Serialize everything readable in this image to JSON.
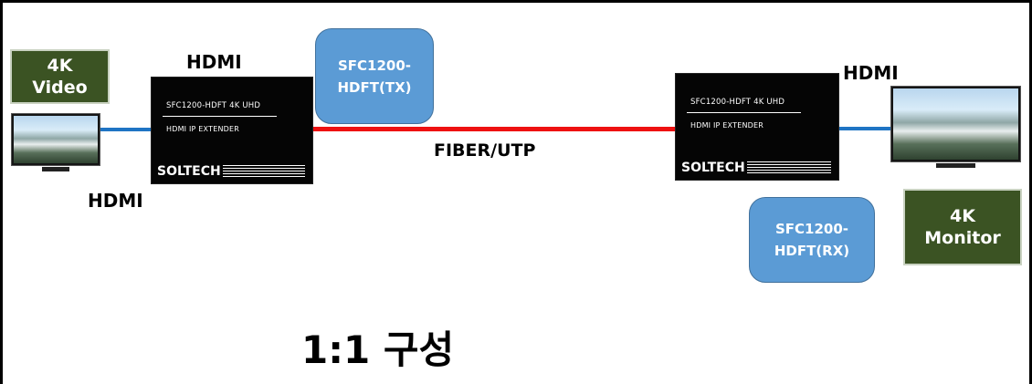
{
  "source_tag": {
    "text": "4K\nVideo"
  },
  "sink_tag": {
    "text": "4K\nMonitor"
  },
  "tx_bubble": {
    "text": "SFC1200-\nHDFT(TX)"
  },
  "rx_bubble": {
    "text": "SFC1200-\nHDFT(RX)"
  },
  "tx_device": {
    "model": "SFC1200-HDFT  4K UHD",
    "subtitle": "HDMI IP EXTENDER",
    "brand": "SOLTECH"
  },
  "rx_device": {
    "model": "SFC1200-HDFT  4K UHD",
    "subtitle": "HDMI IP EXTENDER",
    "brand": "SOLTECH"
  },
  "labels": {
    "hdmi_tx_top": "HDMI",
    "hdmi_left_bottom": "HDMI",
    "hdmi_rx_top": "HDMI",
    "link": "FIBER/UTP"
  },
  "title": "1:1 구성",
  "colors": {
    "tag_green": "#3b5323",
    "bubble_blue": "#5b9bd5",
    "hdmi_link": "#1f74c4",
    "fiber_link": "#ee1111"
  }
}
